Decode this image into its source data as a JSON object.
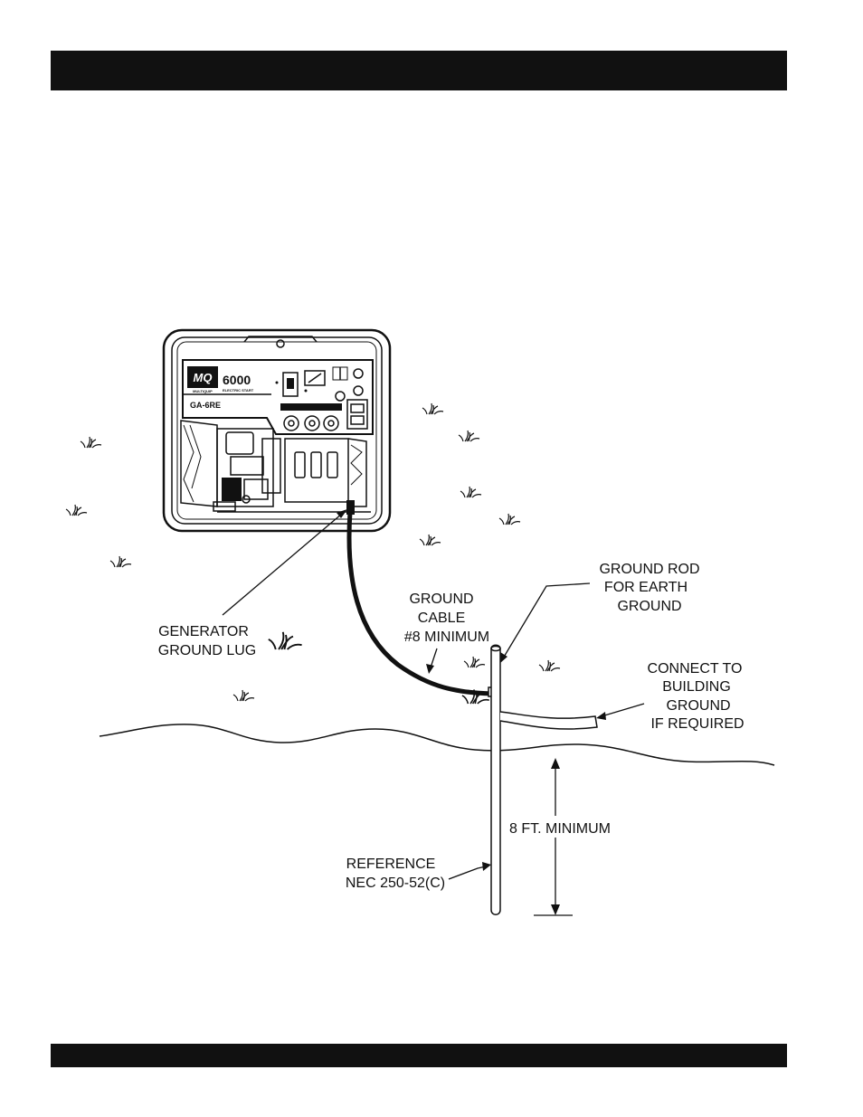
{
  "generator": {
    "brand_mark": "MQ",
    "brand_name": "MULTIQUIP",
    "model_number": "6000",
    "model_subtitle": "ELECTRIC START",
    "model_code": "GA-6RE"
  },
  "labels": {
    "generator_ground_lug": [
      "GENERATOR",
      "GROUND LUG"
    ],
    "ground_cable": [
      "GROUND",
      "CABLE",
      "#8 MINIMUM"
    ],
    "ground_rod": [
      "GROUND ROD",
      "FOR EARTH",
      "GROUND"
    ],
    "building_ground": [
      "CONNECT TO",
      "BUILDING",
      "GROUND",
      "IF REQUIRED"
    ],
    "depth": "8 FT. MINIMUM",
    "reference": [
      "REFERENCE",
      "NEC 250-52(C)"
    ]
  },
  "colors": {
    "ink": "#111111",
    "background": "#ffffff"
  }
}
